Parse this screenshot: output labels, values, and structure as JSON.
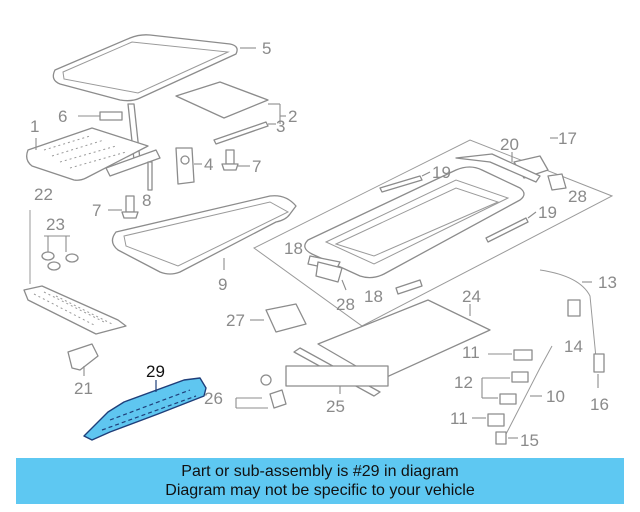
{
  "callouts": {
    "c1": "1",
    "c2": "2",
    "c3": "3",
    "c4": "4",
    "c5": "5",
    "c6": "6",
    "c7a": "7",
    "c7b": "7",
    "c8": "8",
    "c9": "9",
    "c10": "10",
    "c11a": "11",
    "c11b": "11",
    "c12": "12",
    "c13": "13",
    "c14": "14",
    "c15": "15",
    "c16": "16",
    "c17": "17",
    "c18a": "18",
    "c18b": "18",
    "c19a": "19",
    "c19b": "19",
    "c20": "20",
    "c21": "21",
    "c22": "22",
    "c23": "23",
    "c24": "24",
    "c25": "25",
    "c26": "26",
    "c27": "27",
    "c28a": "28",
    "c28b": "28",
    "c29": "29"
  },
  "highlight": {
    "part_number": "29",
    "color": "#5fc6f0",
    "outline": "#1f3f7a"
  },
  "banner": {
    "line1": "Part or sub-assembly is #29 in diagram",
    "line2": "Diagram may not be specific to your vehicle",
    "background": "#5ec8f2"
  }
}
